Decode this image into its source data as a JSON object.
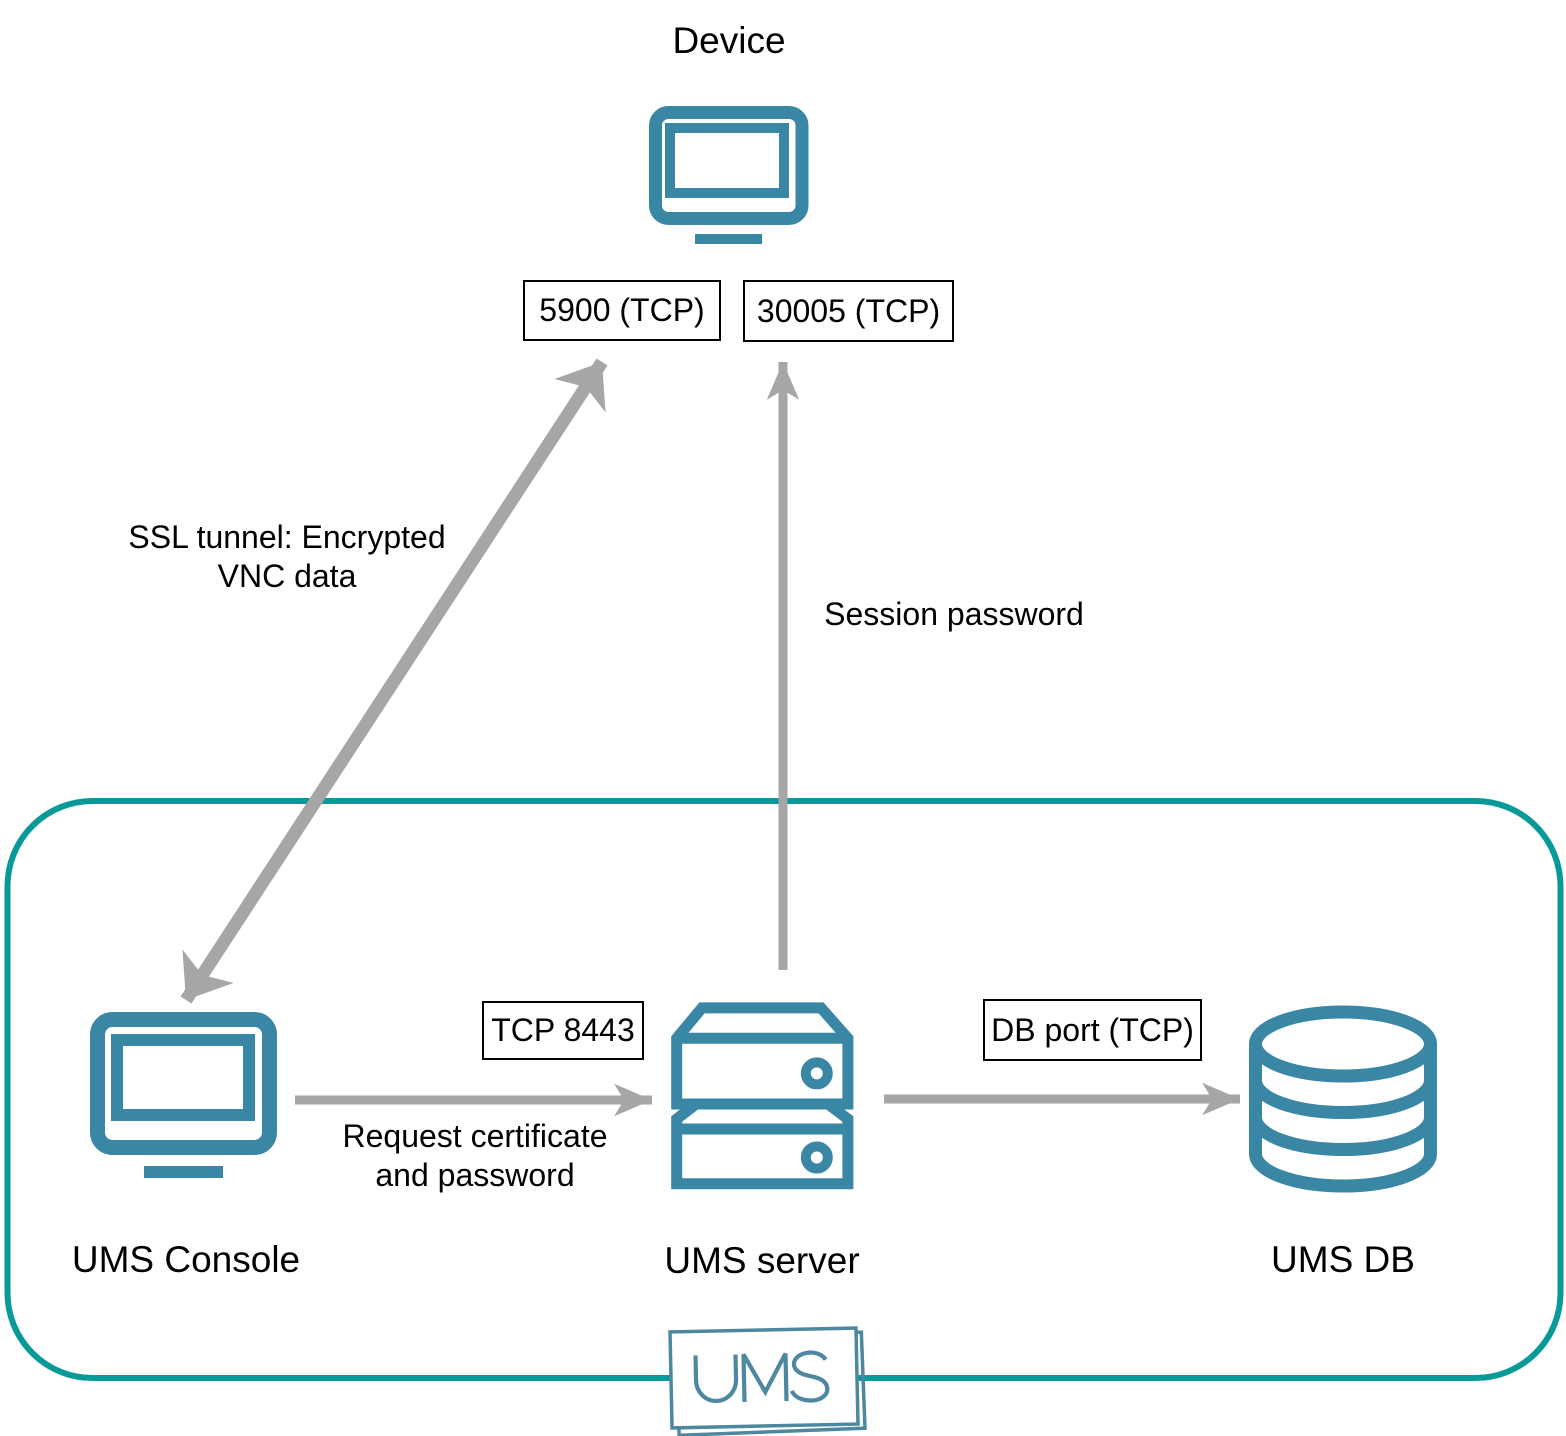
{
  "diagram": {
    "nodes": {
      "device": {
        "label": "Device"
      },
      "ums_console": {
        "label": "UMS Console"
      },
      "ums_server": {
        "label": "UMS server"
      },
      "ums_db": {
        "label": "UMS DB"
      }
    },
    "port_labels": {
      "vnc_port": "5900 (TCP)",
      "session_port": "30005 (TCP)",
      "console_to_server_port": "TCP 8443",
      "server_to_db_port": "DB port (TCP)"
    },
    "edge_labels": {
      "ssl_tunnel": "SSL tunnel: Encrypted\nVNC data",
      "session_password": "Session password",
      "request_certificate": "Request certificate\nand password"
    },
    "logo": {
      "text": "UMS"
    },
    "colors": {
      "boundary_teal": "#089a99",
      "icon_blue": "#3a87a5",
      "arrow_gray": "#a6a6a6",
      "text_black": "#000000",
      "logo_blue": "#4d87a0"
    }
  }
}
